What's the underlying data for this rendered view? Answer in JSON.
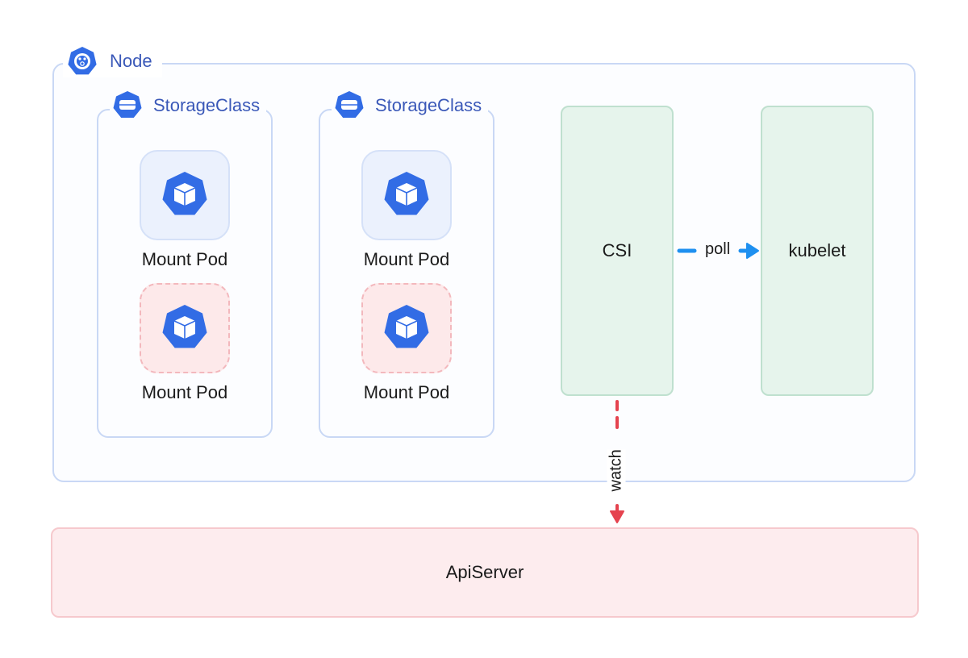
{
  "node": {
    "label": "Node",
    "icon": "kubernetes-node-icon"
  },
  "storage_classes": [
    {
      "label": "StorageClass",
      "icon": "storage-class-icon",
      "pods": [
        {
          "label": "Mount Pod",
          "style": "solid",
          "icon": "pod-cube-icon"
        },
        {
          "label": "Mount Pod",
          "style": "dashed",
          "icon": "pod-cube-icon"
        }
      ]
    },
    {
      "label": "StorageClass",
      "icon": "storage-class-icon",
      "pods": [
        {
          "label": "Mount Pod",
          "style": "solid",
          "icon": "pod-cube-icon"
        },
        {
          "label": "Mount Pod",
          "style": "dashed",
          "icon": "pod-cube-icon"
        }
      ]
    }
  ],
  "components": {
    "csi": "CSI",
    "kubelet": "kubelet",
    "apiserver": "ApiServer"
  },
  "edges": {
    "poll": {
      "label": "poll",
      "from": "CSI",
      "to": "kubelet",
      "color": "#1e90f0",
      "style": "dashed"
    },
    "watch": {
      "label": "watch",
      "from": "CSI",
      "to": "ApiServer",
      "color": "#e5434f",
      "style": "dashed"
    }
  },
  "colors": {
    "k8s_blue": "#326ce5",
    "label_blue": "#3a58b8",
    "node_border": "#c9d8f5",
    "green_fill": "#e6f4ec",
    "green_border": "#bfe0cf",
    "red_fill": "#fdecee",
    "red_border": "#f6c9cd"
  }
}
